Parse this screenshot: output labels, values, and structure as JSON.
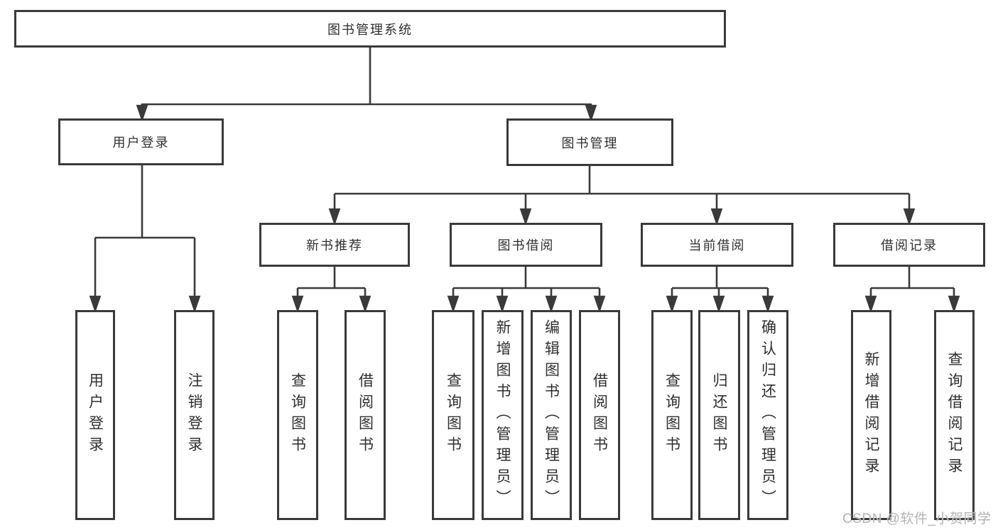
{
  "diagram": {
    "title": "图书管理系统",
    "watermark": "CSDN @软件_小贺同学",
    "colors": {
      "line": "#3a3a3a",
      "box_border": "#3a3a3a",
      "box_background": "#ffffff",
      "text": "#2f2f2f",
      "watermark": "#b3b3b3"
    },
    "root": {
      "label": "图书管理系统",
      "children": [
        {
          "label": "用户登录",
          "children": [
            {
              "label": "用户登录"
            },
            {
              "label": "注销登录"
            }
          ]
        },
        {
          "label": "图书管理",
          "children": [
            {
              "label": "新书推荐",
              "children": [
                {
                  "label": "查询图书"
                },
                {
                  "label": "借阅图书"
                }
              ]
            },
            {
              "label": "图书借阅",
              "children": [
                {
                  "label": "查询图书"
                },
                {
                  "label": "新增图书（管理员）"
                },
                {
                  "label": "编辑图书（管理员）"
                },
                {
                  "label": "借阅图书"
                }
              ]
            },
            {
              "label": "当前借阅",
              "children": [
                {
                  "label": "查询图书"
                },
                {
                  "label": "归还图书"
                },
                {
                  "label": "确认归还（管理员）"
                }
              ]
            },
            {
              "label": "借阅记录",
              "children": [
                {
                  "label": "新增借阅记录"
                },
                {
                  "label": "查询借阅记录"
                }
              ]
            }
          ]
        }
      ]
    }
  }
}
